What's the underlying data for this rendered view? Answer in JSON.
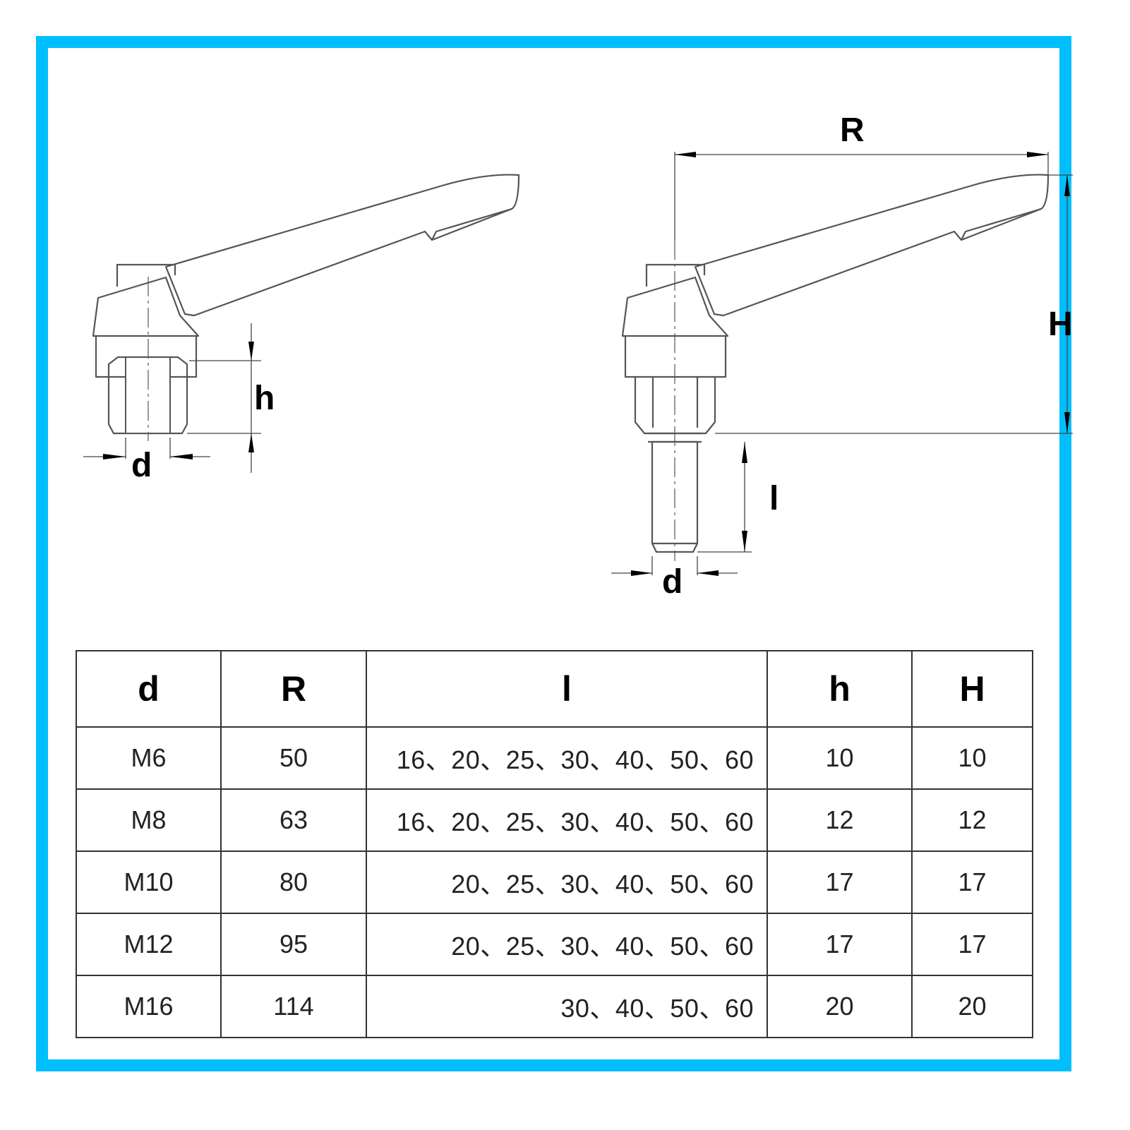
{
  "diagram": {
    "left_view": {
      "labels": {
        "h": "h",
        "d": "d"
      }
    },
    "right_view": {
      "labels": {
        "R": "R",
        "H": "H",
        "l": "l",
        "d": "d"
      }
    }
  },
  "table": {
    "headers": [
      "d",
      "R",
      "l",
      "h",
      "H"
    ],
    "rows": [
      [
        "M6",
        "50",
        "16、20、25、30、40、50、60",
        "10",
        "10"
      ],
      [
        "M8",
        "63",
        "16、20、25、30、40、50、60",
        "12",
        "12"
      ],
      [
        "M10",
        "80",
        "20、25、30、40、50、60",
        "17",
        "17"
      ],
      [
        "M12",
        "95",
        "20、25、30、40、50、60",
        "17",
        "17"
      ],
      [
        "M16",
        "114",
        "30、40、50、60",
        "20",
        "20"
      ]
    ]
  },
  "colors": {
    "frame": "#00bfff",
    "line": "#555555"
  }
}
